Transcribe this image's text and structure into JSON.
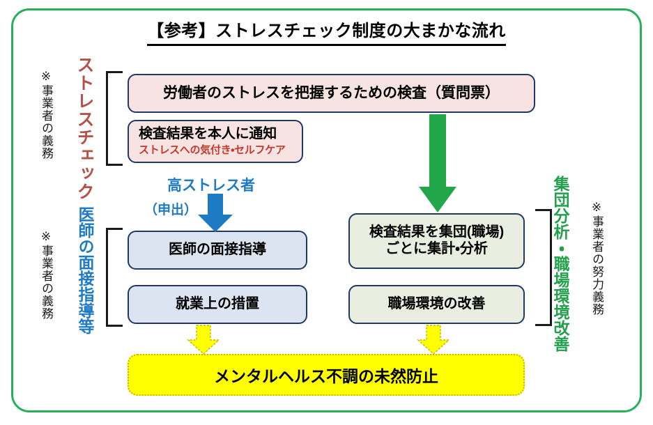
{
  "title": "【参考】ストレスチェック制度の大まかな流れ",
  "colors": {
    "frame_green": "#26b05a",
    "box_border_navy": "#1f3864",
    "pink_fill": "#f7e3e2",
    "blue_fill": "#dbe4f0",
    "green_fill": "#eaeee0",
    "goal_yellow": "#ffff00",
    "arrow_green": "#22a64a",
    "arrow_blue": "#1f7ac4",
    "arrow_yellow": "#ffff00",
    "label_red": "#b4524a",
    "label_blue": "#1f7ac4",
    "label_green": "#22a04c",
    "subtitle_red": "#c0392b"
  },
  "sections": {
    "stresscheck": {
      "vertical_label": "ストレスチェック",
      "note": "※事業者の義務"
    },
    "interview": {
      "vertical_label": "医師の面接指導等",
      "note": "※事業者の義務"
    },
    "group_analysis": {
      "vertical_label": "集団分析・職場環境改善",
      "note": "※事業者の努力義務"
    }
  },
  "boxes": {
    "survey": {
      "label": "労働者のストレスを把握するための検査（質問票）"
    },
    "notify": {
      "label": "検査結果を本人に通知",
      "sub_label": "ストレスへの気付き・セルフケア"
    },
    "interview": {
      "label": "医師の面接指導"
    },
    "measures": {
      "label": "就業上の措置"
    },
    "aggregate": {
      "line1": "検査結果を集団(職場)",
      "line2": "ごとに集計・分析"
    },
    "workplace": {
      "label": "職場環境の改善"
    },
    "goal": {
      "label": "メンタルヘルス不調の未然防止"
    }
  },
  "arrow_labels": {
    "high_stress": "高ストレス者",
    "application": "（申出）"
  },
  "icons": {
    "green_arrow": "arrow-down-green",
    "blue_arrow": "arrow-down-blue",
    "yellow_arrow_left": "arrow-down-yellow",
    "yellow_arrow_right": "arrow-down-yellow"
  }
}
